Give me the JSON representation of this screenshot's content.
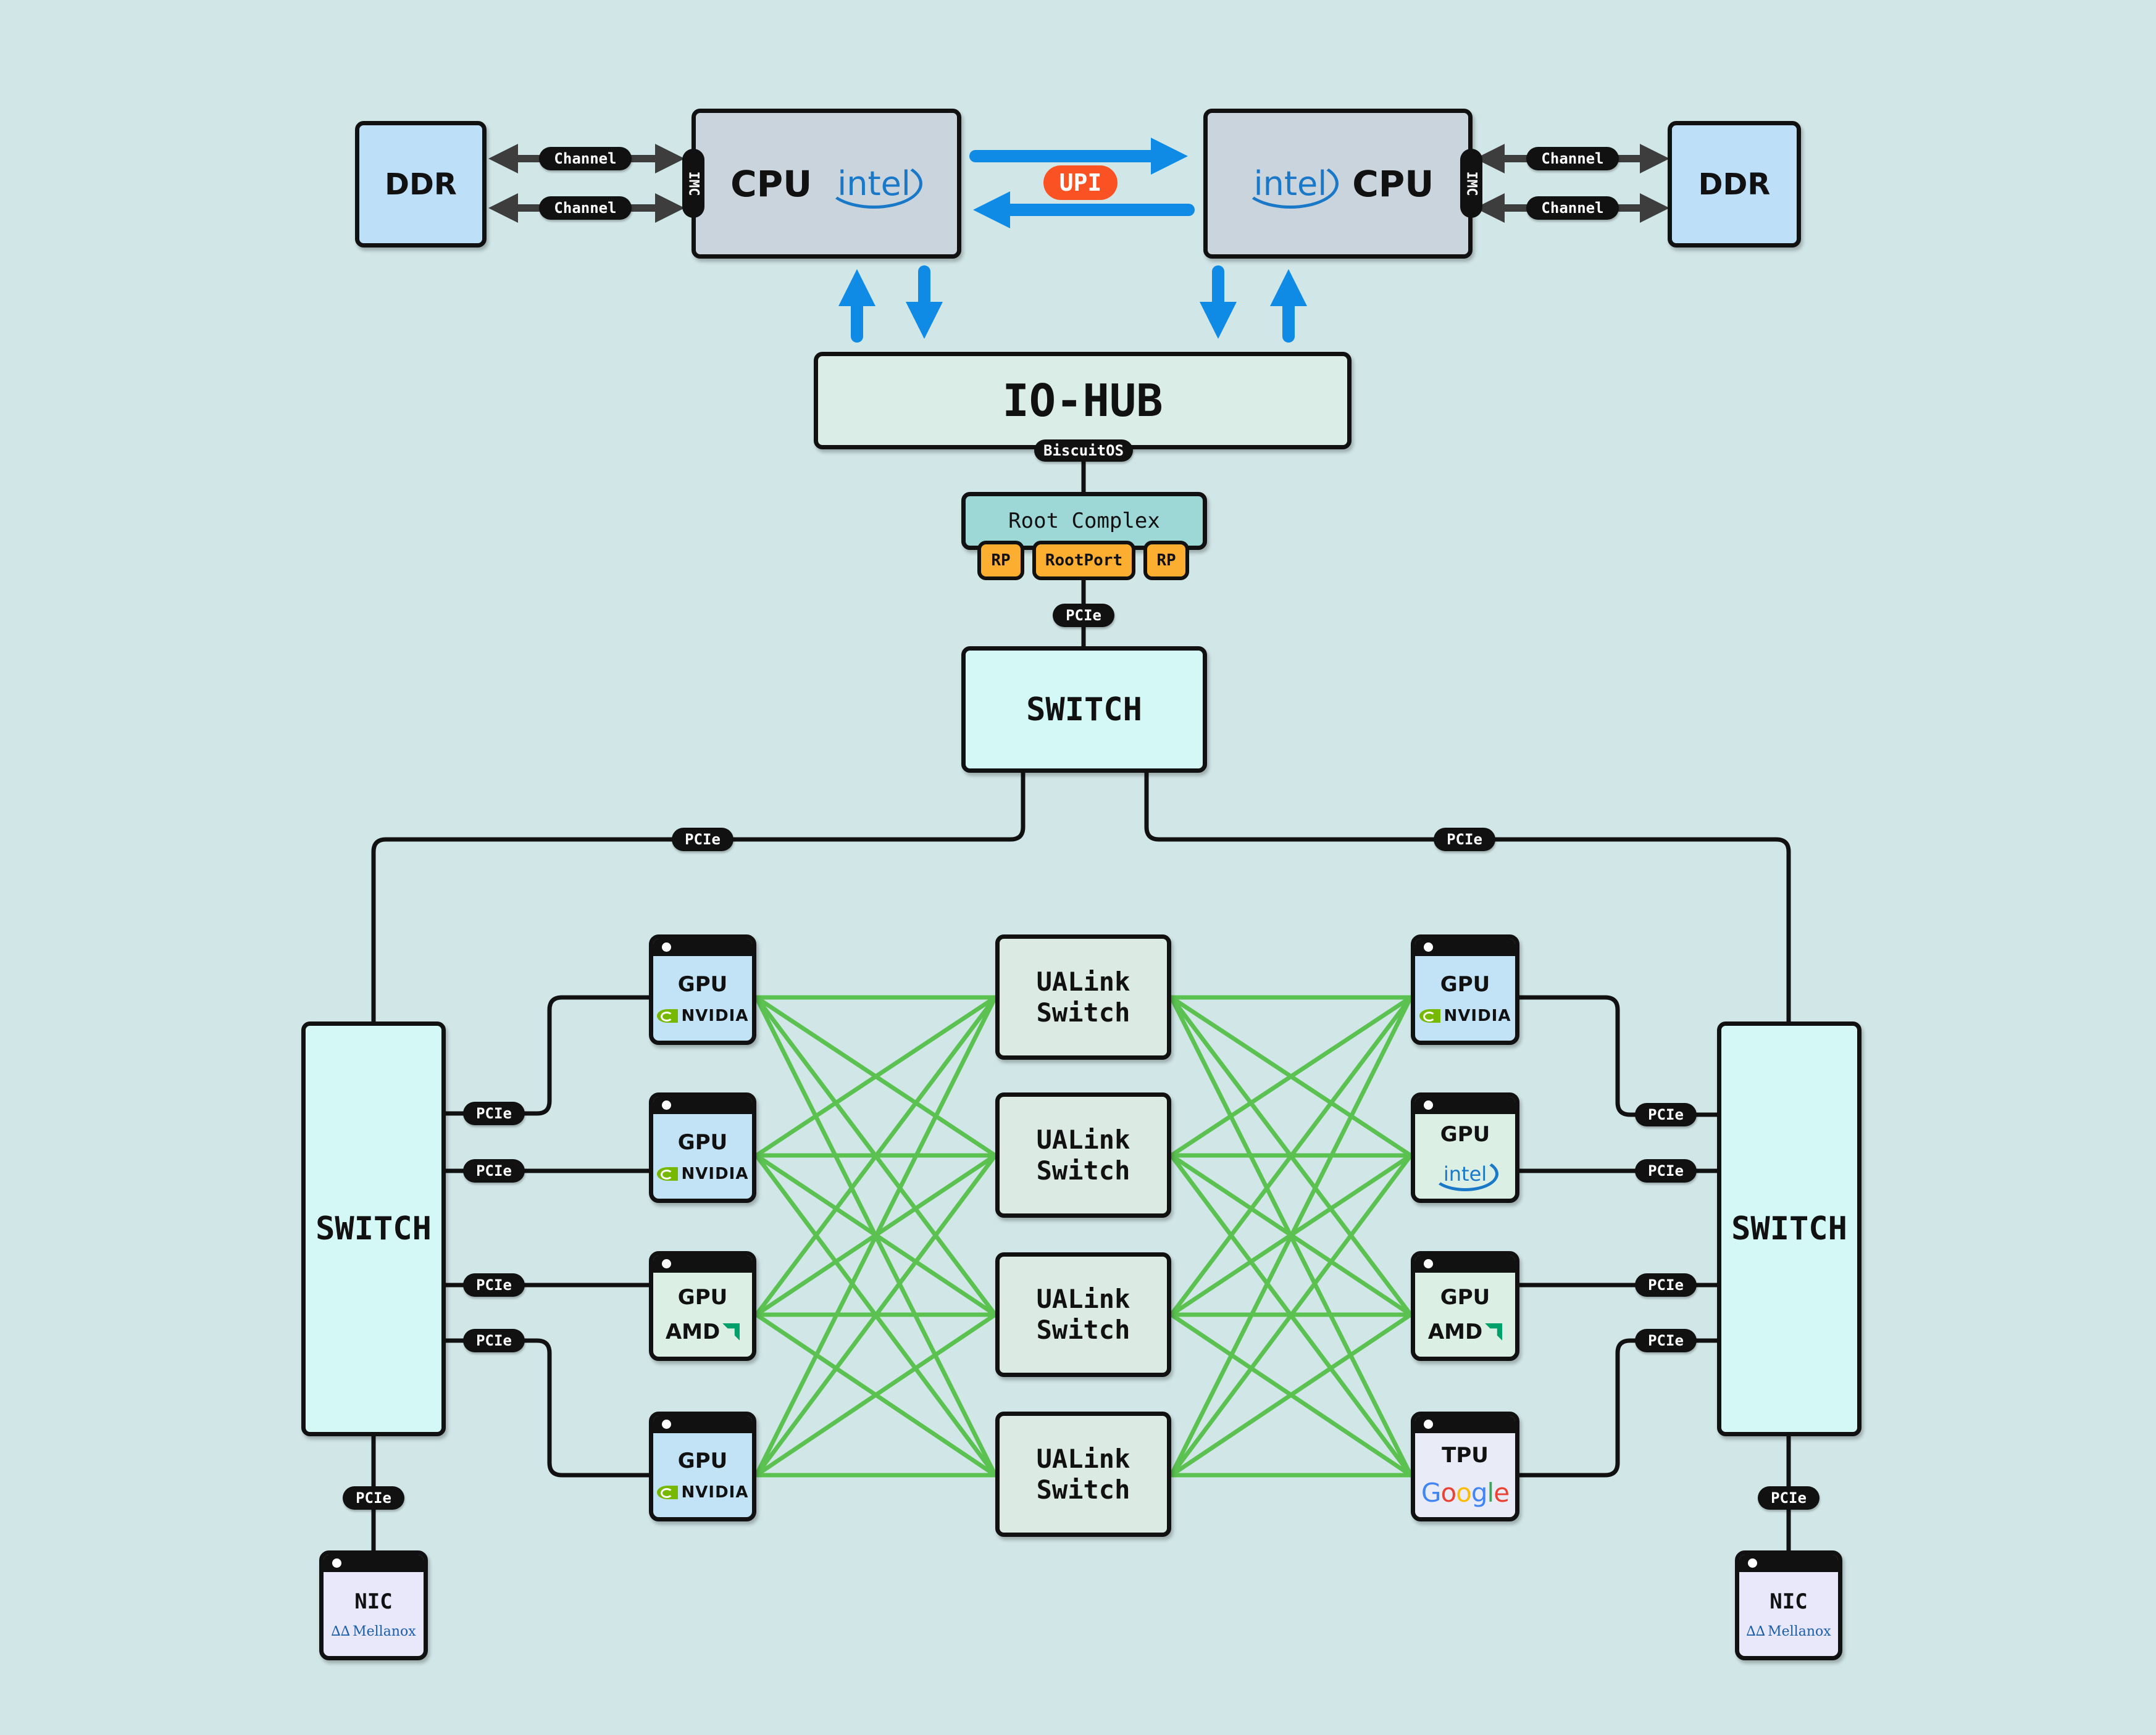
{
  "cpus": [
    {
      "label": "CPU",
      "vendor": "intel",
      "imc": "IMC"
    },
    {
      "label": "CPU",
      "vendor": "intel",
      "imc": "IMC"
    }
  ],
  "memory": [
    {
      "label": "DDR",
      "channels": [
        "Channel",
        "Channel"
      ]
    },
    {
      "label": "DDR",
      "channels": [
        "Channel",
        "Channel"
      ]
    }
  ],
  "interconnect": {
    "upi_label": "UPI"
  },
  "io_hub": {
    "label": "IO-HUB",
    "tag": "BiscuitOS"
  },
  "root_complex": {
    "label": "Root Complex",
    "ports": [
      "RP",
      "RootPort",
      "RP"
    ]
  },
  "bus_label": "PCIe",
  "top_switch": {
    "label": "SWITCH"
  },
  "left_switch": {
    "label": "SWITCH"
  },
  "right_switch": {
    "label": "SWITCH"
  },
  "left_devices": [
    {
      "label": "GPU",
      "vendor": "NVIDIA"
    },
    {
      "label": "GPU",
      "vendor": "NVIDIA"
    },
    {
      "label": "GPU",
      "vendor": "AMD"
    },
    {
      "label": "GPU",
      "vendor": "NVIDIA"
    }
  ],
  "ualink_switches": [
    {
      "line1": "UALink",
      "line2": "Switch"
    },
    {
      "line1": "UALink",
      "line2": "Switch"
    },
    {
      "line1": "UALink",
      "line2": "Switch"
    },
    {
      "line1": "UALink",
      "line2": "Switch"
    }
  ],
  "right_devices": [
    {
      "label": "GPU",
      "vendor": "NVIDIA"
    },
    {
      "label": "GPU",
      "vendor": "intel"
    },
    {
      "label": "GPU",
      "vendor": "AMD"
    },
    {
      "label": "TPU",
      "vendor": "Google"
    }
  ],
  "nics": [
    {
      "label": "NIC",
      "vendor": "Mellanox"
    },
    {
      "label": "NIC",
      "vendor": "Mellanox"
    }
  ],
  "colors": {
    "background": "#d1e6e7",
    "upi_arrow": "#0f8be6",
    "upi_badge": "#fb5223",
    "ualink_mesh": "#5bc251",
    "rootport": "#fbae2f"
  }
}
